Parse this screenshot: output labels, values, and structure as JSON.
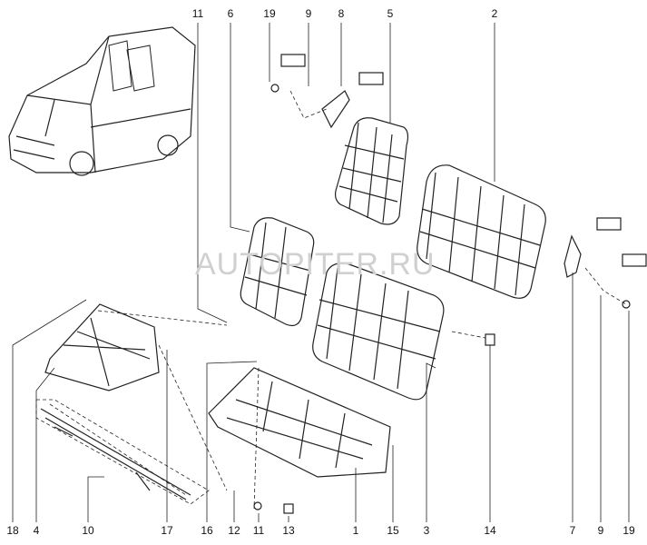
{
  "title": "Rear seat frame exploded parts diagram",
  "watermark": "AUTOPITER.RU",
  "callouts_top": [
    "11",
    "6",
    "19",
    "9",
    "8",
    "5",
    "2"
  ],
  "callouts_bottom": [
    "18",
    "4",
    "10",
    "17",
    "16",
    "12",
    "11",
    "13",
    "1",
    "15",
    "3",
    "14",
    "7",
    "9",
    "19"
  ],
  "colors": {
    "line": "#222222",
    "watermark": "#d0d0d0"
  }
}
